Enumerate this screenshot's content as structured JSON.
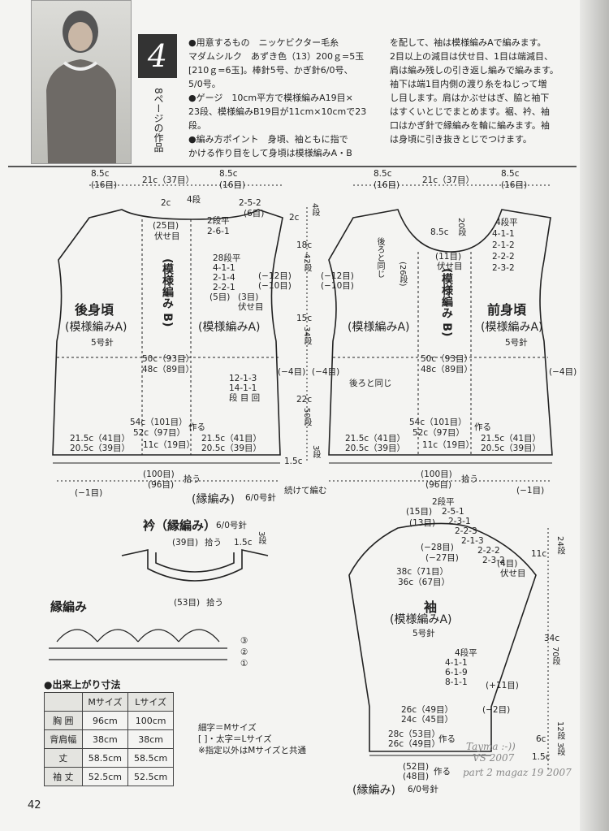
{
  "header": {
    "number": "4",
    "reference": "8ページの作品",
    "col1": [
      "●用意するもの　ニッケビクター毛糸",
      "マダムシルク　あずき色（13）200ｇ=5玉",
      "[210ｇ=6玉]。棒針5号、かぎ針6/0号、",
      "5/0号。",
      "●ゲージ　10cm平方で模様編みA19目×",
      "23段、模様編みB19目が11cm×10cmで23段。",
      "●編み方ポイント　身頃、袖ともに指で",
      "かける作り目をして身頃は模様編みA・B"
    ],
    "col2": [
      "を配して、袖は模様編みAで編みます。",
      "2目以上の減目は伏せ目、1目は端減目、",
      "肩は編み残しの引き返し編みで編みます。",
      "袖下は端1目内側の渡り糸をねじって増",
      "し目します。肩はかぶせはぎ、脇と袖下",
      "はすくいとじでまとめます。裾、衿、袖",
      "口はかぎ針で縁編みを輪に編みます。袖",
      "は身頃に引き抜きとじでつけます。"
    ]
  },
  "back": {
    "title": "後身頃",
    "pattern_a": "(模様編みA)",
    "needle": "5号針",
    "pattern_b": "(模様編み B)",
    "top_left": "8.5c",
    "top_left_sts": "(16目)",
    "top_mid": "21c（37目）",
    "top_right": "8.5c",
    "top_right_sts": "(16目)",
    "neck_depth": "2c",
    "neck_rows": "4段",
    "neck_bind": "(25目)",
    "neck_bind_lbl": "伏せ目",
    "shoulder_dec": [
      "2-5-2",
      "(6目)"
    ],
    "neck_dec": [
      "2段平",
      "2-6-1"
    ],
    "neck_shape": [
      "28段平",
      "4-1-1",
      "2-1-4",
      "2-2-1",
      "(5目)"
    ],
    "armhole": [
      "(−12目)",
      "(−10目)",
      "(3目)",
      "伏せ目"
    ],
    "width": "50c（93目）",
    "width_l": "48c（89目）",
    "side_inc": [
      "12-1-3",
      "14-1-1",
      "段 目 回"
    ],
    "cast_on": "54c（101目）",
    "cast_on_l": "52c（97目）",
    "cast_on_lbl": "作る",
    "hem_left": "21.5c（41目）",
    "hem_left_l": "20.5c（39目）",
    "hem_mid": "11c（19目）",
    "hem_right": "21.5c（41目）",
    "hem_right_l": "20.5c（39目）",
    "pick": "(100目)",
    "pick_l": "(96目)",
    "pick_lbl": "拾う",
    "pick_dec": "(−1目)",
    "edge": "(縁編み)",
    "edge_needle": "6/0号針"
  },
  "center": {
    "a": "2c",
    "a_rows": "4段",
    "b": "18c",
    "b_rows": "42段",
    "c": "15c",
    "c_rows": "34段",
    "d": "22c",
    "d_rows": "50段",
    "e": "1.5c",
    "e_rows": "3段",
    "side_left": "(−4目)",
    "side_right": "(−4目)",
    "continue": "続けて編む"
  },
  "front": {
    "title": "前身頃",
    "pattern_a": "(模様編みA)",
    "needle": "5号針",
    "pattern_b": "(模様編み B)",
    "top_left": "8.5c",
    "top_left_sts": "(16目)",
    "top_mid": "21c（37目）",
    "top_right": "8.5c",
    "top_right_sts": "(16目)",
    "same_as_back": "後ろと同じ",
    "same_rows": "(26段)",
    "neck_depth": "8.5c",
    "neck_rows": "20段",
    "neck_bind": "(11目)",
    "neck_bind_lbl": "伏せ目",
    "neck_shape": [
      "4段平",
      "4-1-1",
      "2-1-2",
      "2-2-2",
      "2-3-2"
    ],
    "armhole": [
      "(−12目)",
      "(−10目)"
    ],
    "width": "50c（93目）",
    "width_l": "48c（89目）",
    "side_same": "後ろと同じ",
    "side_dec": "(−4目)",
    "cast_on": "54c（101目）",
    "cast_on_l": "52c（97目）",
    "cast_on_lbl": "作る",
    "hem_left": "21.5c（41目）",
    "hem_left_l": "20.5c（39目）",
    "hem_mid": "11c（19目）",
    "hem_right": "21.5c（41目）",
    "hem_right_l": "20.5c（39目）",
    "pick": "(100目)",
    "pick_l": "(96目)",
    "pick_lbl": "拾う",
    "pick_dec": "(−1目)"
  },
  "collar": {
    "title": "衿（縁編み）",
    "needle": "6/0号針",
    "top": "(39目)",
    "top_lbl": "拾う",
    "depth": "1.5c",
    "depth_rows": "3段",
    "bottom": "(53目)",
    "bottom_lbl": "拾う"
  },
  "edging": {
    "title": "縁編み",
    "rows": [
      "③",
      "②",
      "①"
    ]
  },
  "sleeve": {
    "title": "袖",
    "pattern": "(模様編みA)",
    "needle": "5号針",
    "cap_top": "(15目)",
    "cap_top_l": "(13目)",
    "cap_dec": [
      "2段平",
      "2-5-1",
      "2-3-1",
      "2-2-3",
      "2-1-3",
      "2-2-2",
      "2-3-2"
    ],
    "cap_side": "(−28目)",
    "cap_side_l": "(−27目)",
    "cap_height": "11c",
    "cap_rows": "24段",
    "bind": "(4目)",
    "bind_lbl": "伏せ目",
    "width": "38c（71目）",
    "width_l": "36c（67目）",
    "length": "34c",
    "length_rows": "70段",
    "inc": [
      "4段平",
      "4-1-1",
      "6-1-9",
      "8-1-1"
    ],
    "inc_total": "(+11目)",
    "cuff": "26c（49目）",
    "cuff_l": "24c（45目）",
    "cuff_dec": "(−2目)",
    "cast_on": "28c（53目）",
    "cast_on_l": "26c（49目）",
    "cast_on_lbl": "作る",
    "rib_h": "6c",
    "rib_rows": "12段",
    "hem_h": "1.5c",
    "hem_rows": "3段",
    "pick": "(52目)",
    "pick_l": "(48目)",
    "pick_lbl": "作る",
    "edge": "(縁編み)",
    "edge_needle": "6/0号針"
  },
  "finished": {
    "title": "●出来上がり寸法",
    "head": [
      "",
      "Mサイズ",
      "Lサイズ"
    ],
    "rows": [
      [
        "胸 囲",
        "96cm",
        "100cm"
      ],
      [
        "背肩幅",
        "38cm",
        "38cm"
      ],
      [
        "丈",
        "58.5cm",
        "58.5cm"
      ],
      [
        "袖 丈",
        "52.5cm",
        "52.5cm"
      ]
    ]
  },
  "legend": [
    "細字＝Mサイズ",
    "[ ]・太字＝Lサイズ",
    "※指定以外はMサイズと共通"
  ],
  "watermark": [
    "Tayma :-))",
    "VS 2007",
    "part 2 magaz 19 2007"
  ],
  "page_number": "42"
}
